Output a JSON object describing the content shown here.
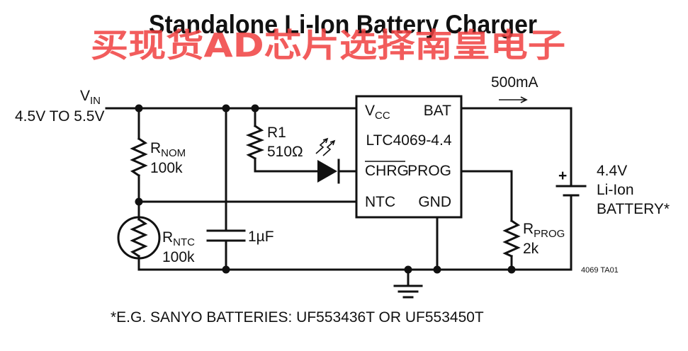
{
  "title": "Standalone Li-Ion Battery Charger",
  "watermark": "买现货AD芯片选择南皇电子",
  "input": {
    "label": "V",
    "label_sub": "IN",
    "range": "4.5V TO 5.5V"
  },
  "chip": {
    "name": "LTC4069-4.4",
    "pin_vcc": "V",
    "pin_vcc_sub": "CC",
    "pin_bat": "BAT",
    "pin_chrg": "CHRG",
    "pin_prog": "PROG",
    "pin_ntc": "NTC",
    "pin_gnd": "GND"
  },
  "r1": {
    "name": "R1",
    "value": "510Ω"
  },
  "rnom": {
    "name": "R",
    "name_sub": "NOM",
    "value": "100k"
  },
  "rntc": {
    "name": "R",
    "name_sub": "NTC",
    "value": "100k"
  },
  "cap": {
    "value": "1µF"
  },
  "rprog": {
    "name": "R",
    "name_sub": "PROG",
    "value": "2k"
  },
  "current": "500mA",
  "battery": {
    "polarity": "+",
    "voltage": "4.4V",
    "type": "Li-Ion",
    "label": "BATTERY*"
  },
  "figure_id": "4069 TA01",
  "footnote": "*E.G. SANYO BATTERIES:  UF553436T OR UF553450T"
}
